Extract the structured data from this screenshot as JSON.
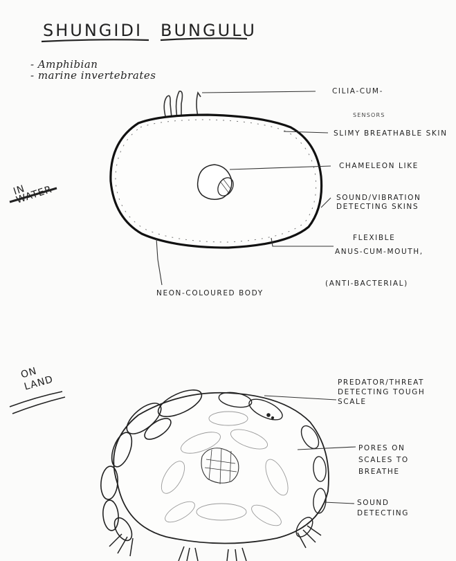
{
  "title": {
    "word1": "SHUNGIDI",
    "word2": "BUNGULU"
  },
  "notes": [
    "- Amphibian",
    "- marine invertebrates"
  ],
  "water_section": {
    "heading": "IN WATER",
    "labels": {
      "cilia": "CILIA-CUM-",
      "cilia_sub": "SENSORS",
      "skin": "SLIMY BREATHABLE SKIN",
      "eye": "CHAMELEON LIKE",
      "sound": "SOUND/VIBRATION DETECTING SKINS",
      "flexible": "FLEXIBLE",
      "anus": "ANUS-CUM-MOUTH,",
      "antibacterial": "(ANTI-BACTERIAL)",
      "body": "NEON-COLOURED BODY"
    }
  },
  "land_section": {
    "heading": "ON LAND",
    "labels": {
      "predator": "PREDATOR/THREAT DETECTING TOUGH SCALE",
      "pores": "PORES ON SCALES TO BREATHE",
      "sound": "SOUND DETECTING"
    }
  }
}
